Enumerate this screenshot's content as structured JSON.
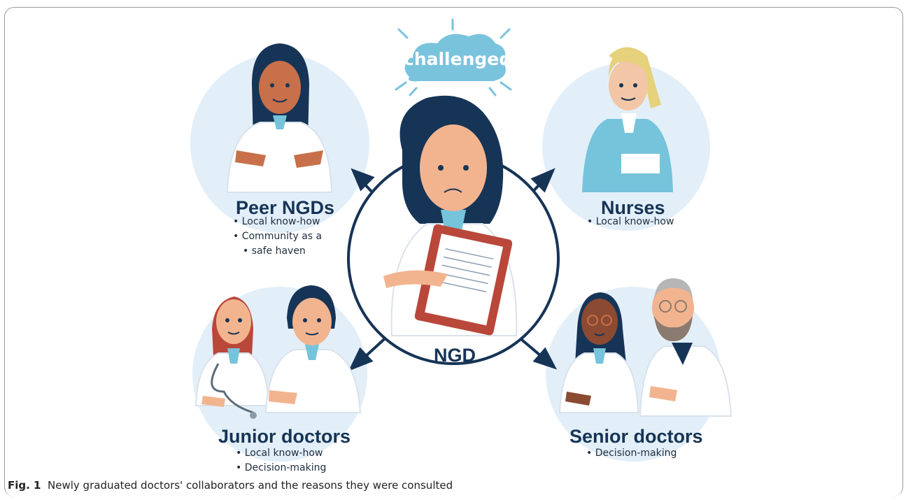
{
  "cloud_label": "challenged",
  "center": {
    "title": "NGD"
  },
  "groups": {
    "peer": {
      "title": "Peer NGDs",
      "bullets": [
        "Local know-how",
        "Community as a",
        "safe haven"
      ]
    },
    "nurses": {
      "title": "Nurses",
      "bullets": [
        "Local know-how"
      ]
    },
    "junior": {
      "title": "Junior doctors",
      "bullets": [
        "Local know-how",
        "Decision-making"
      ]
    },
    "senior": {
      "title": "Senior doctors",
      "bullets": [
        "Decision-making"
      ]
    }
  },
  "caption": {
    "label": "Fig. 1",
    "text": "Newly graduated doctors' collaborators and the reasons they were consulted"
  },
  "colors": {
    "bubble": "#e3eff8",
    "navy": "#163456",
    "cloud": "#7ac3dd",
    "skin": "#f2b48f",
    "nurse_scrub": "#75c4dc"
  }
}
